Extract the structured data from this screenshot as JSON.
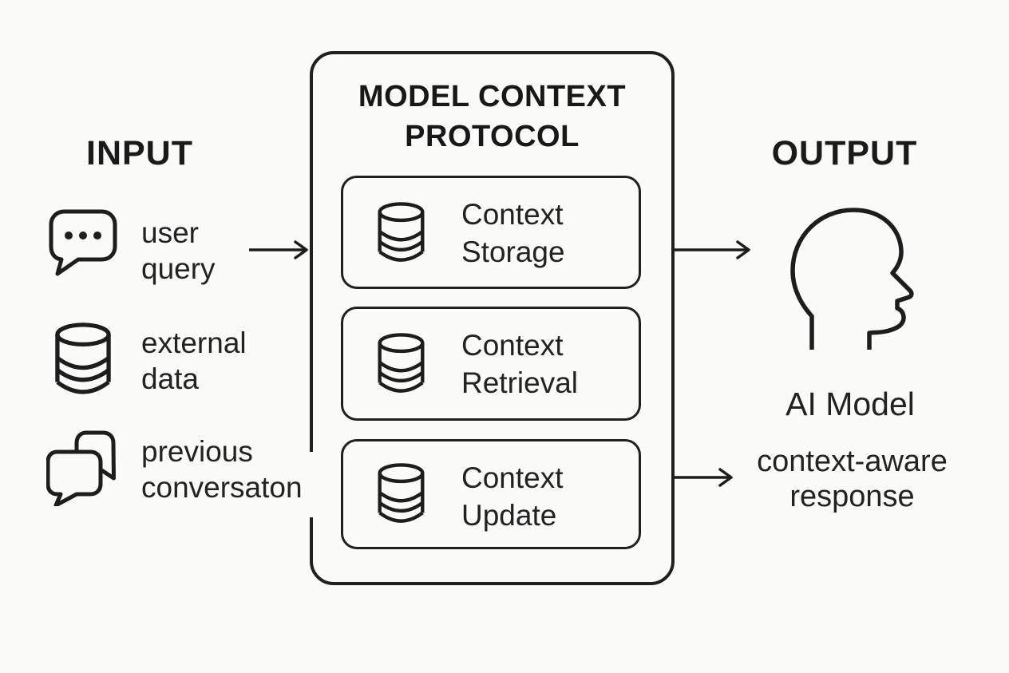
{
  "colors": {
    "ink": "#1d1d1d",
    "background": "#fbfbf9"
  },
  "input": {
    "heading": "INPUT",
    "items": [
      {
        "icon": "chat-bubble-dots-icon",
        "lines": [
          "user",
          "query"
        ]
      },
      {
        "icon": "database-icon",
        "lines": [
          "external",
          "data"
        ]
      },
      {
        "icon": "chat-bubbles-icon",
        "lines": [
          "previous",
          "conversaton"
        ]
      }
    ]
  },
  "protocol": {
    "title_lines": [
      "MODEL CONTEXT",
      "PROTOCOL"
    ],
    "stages": [
      {
        "icon": "database-icon",
        "lines": [
          "Context",
          "Storage"
        ]
      },
      {
        "icon": "database-icon",
        "lines": [
          "Context",
          "Retrieval"
        ]
      },
      {
        "icon": "database-icon",
        "lines": [
          "Context",
          "Update"
        ]
      }
    ]
  },
  "output": {
    "heading": "OUTPUT",
    "icon": "head-profile-icon",
    "model_label": "AI Model",
    "response_lines": [
      "context-aware",
      "response"
    ]
  }
}
